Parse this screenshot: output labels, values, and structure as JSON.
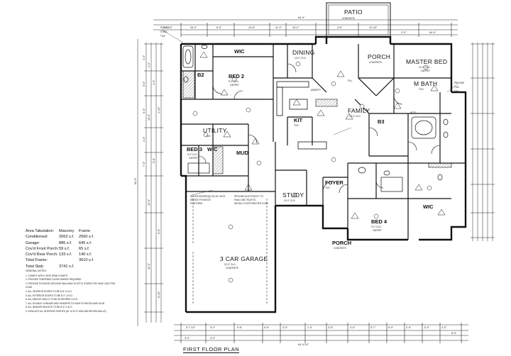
{
  "drawing_title": "FIRST FLOOR PLAN",
  "rooms": {
    "patio": "PATIO",
    "wic_top": "WIC",
    "dining": "DINING",
    "porch_rear": "PORCH",
    "master_bed": "MASTER BED",
    "b2": "B2",
    "bed2": "BED 2",
    "m_bath": "M BATH",
    "family": "FAMILY",
    "kit": "KIT",
    "b3": "B3",
    "utility": "UTILITY",
    "bed3": "BED 3",
    "wic_mid": "WIC",
    "mud": "MUD",
    "foyer": "FOYER",
    "study": "STUDY",
    "wic_right": "WIC",
    "bed4": "BED 4",
    "porch_front": "PORCH",
    "garage": "3 CAR GARAGE"
  },
  "area_tabulation": {
    "headers": [
      "Area Tabulation:",
      "Masonry",
      "Frame"
    ],
    "rows": [
      [
        "Conditioned:",
        "2663 s.f.",
        "2560 s.f."
      ],
      [
        "Garage:",
        "886 s.f.",
        "645 s.f."
      ],
      [
        "Cov'd Front Porch:",
        "59 s.f.",
        "65 s.f."
      ],
      [
        "Cov'd Rear Porch:",
        "133 s.f.",
        "140 s.f."
      ],
      [
        "Total Frame:",
        "",
        "3610 s.f."
      ],
      [
        "Total Slab:",
        "3741 s.f.",
        ""
      ]
    ]
  },
  "general_notes": {
    "heading": "GENERAL NOTES:",
    "items": [
      "1. COMPLY WITH CODE SPAN CHARTS",
      "2. PROVIDE TEMPERED GLASS WHERE REQUIRED",
      "3. PROVIDE PLYWOOD DECKING WALKWAY AT ATTIC STAIRS FOR HVAC UNIT PER CODE",
      "4. ALL INTERIOR DOORS TO BE 6'-8\" U.N.O.",
      "5. ALL EXTERIOR DOORS TO BE 8'-0\" U.N.O.",
      "6. ALL ANGLED WALLS TO BE 45 DEGREE U.N.O.",
      "7. ALL DOUBLE 2x BEAMS AND HEADERS TO HAVE PLYWOOD AND GLUE",
      "8. ALL HEADER HEIGHTS TO BE 8'-0\" U.N.O.",
      "9. INSULATE ALL INTERIOR GROUPS (AT UTILITY AND BATHROOM WALLS)"
    ]
  },
  "dimensions": {
    "top": [
      "4'-4 1/2\"",
      "16'-0\"",
      "6'-0\"",
      "13'-6\"",
      "11'-0\"",
      "15'-2\"",
      "3'-6\"",
      "12'-10\"",
      "2'-0\"",
      "64'-4\""
    ],
    "bottom": [
      "5'-7 1/2\"",
      "9'-2\"",
      "9'-6\"",
      "9'-6\"",
      "3'-0\"",
      "1'-0\"",
      "3'-8\"",
      "4'-0\"",
      "5'-7\"",
      "6'-0\"",
      "2'-9\"",
      "5'-0\"",
      "3'-0\"",
      "8'-0\"",
      "3'-0\"",
      "4'-0\""
    ],
    "overall_bottom": "64'-4 1/2\"",
    "left": [
      "4'-0\"",
      "5'-6\"",
      "6'-0\"",
      "4'-0\"",
      "7'-0\"",
      "3'-2\"",
      "10'-6\"",
      "24'-0\"",
      "11'-0\"",
      "4'-0\"",
      "9'-8\"",
      "4'-10\"",
      "6'-6\"",
      "6'-10\""
    ],
    "overall_left": "84'-0\""
  },
  "annotations": {
    "ceiling_10": "10'-0\" CLG.",
    "ceiling_9": "9'-0\" CLG.",
    "carpet": "CARPET",
    "tile": "TILE",
    "concrete": "CONCRETE",
    "garage_note": "WATER HEATER(S) ON 18\" HIGH RAISED PLYWOOD PLATFORM",
    "hvac_note": "PROVIDE ELECTRICITY TO HVAC UNIT IN ATTIC INSTALL PLATFORM PER CODE"
  }
}
